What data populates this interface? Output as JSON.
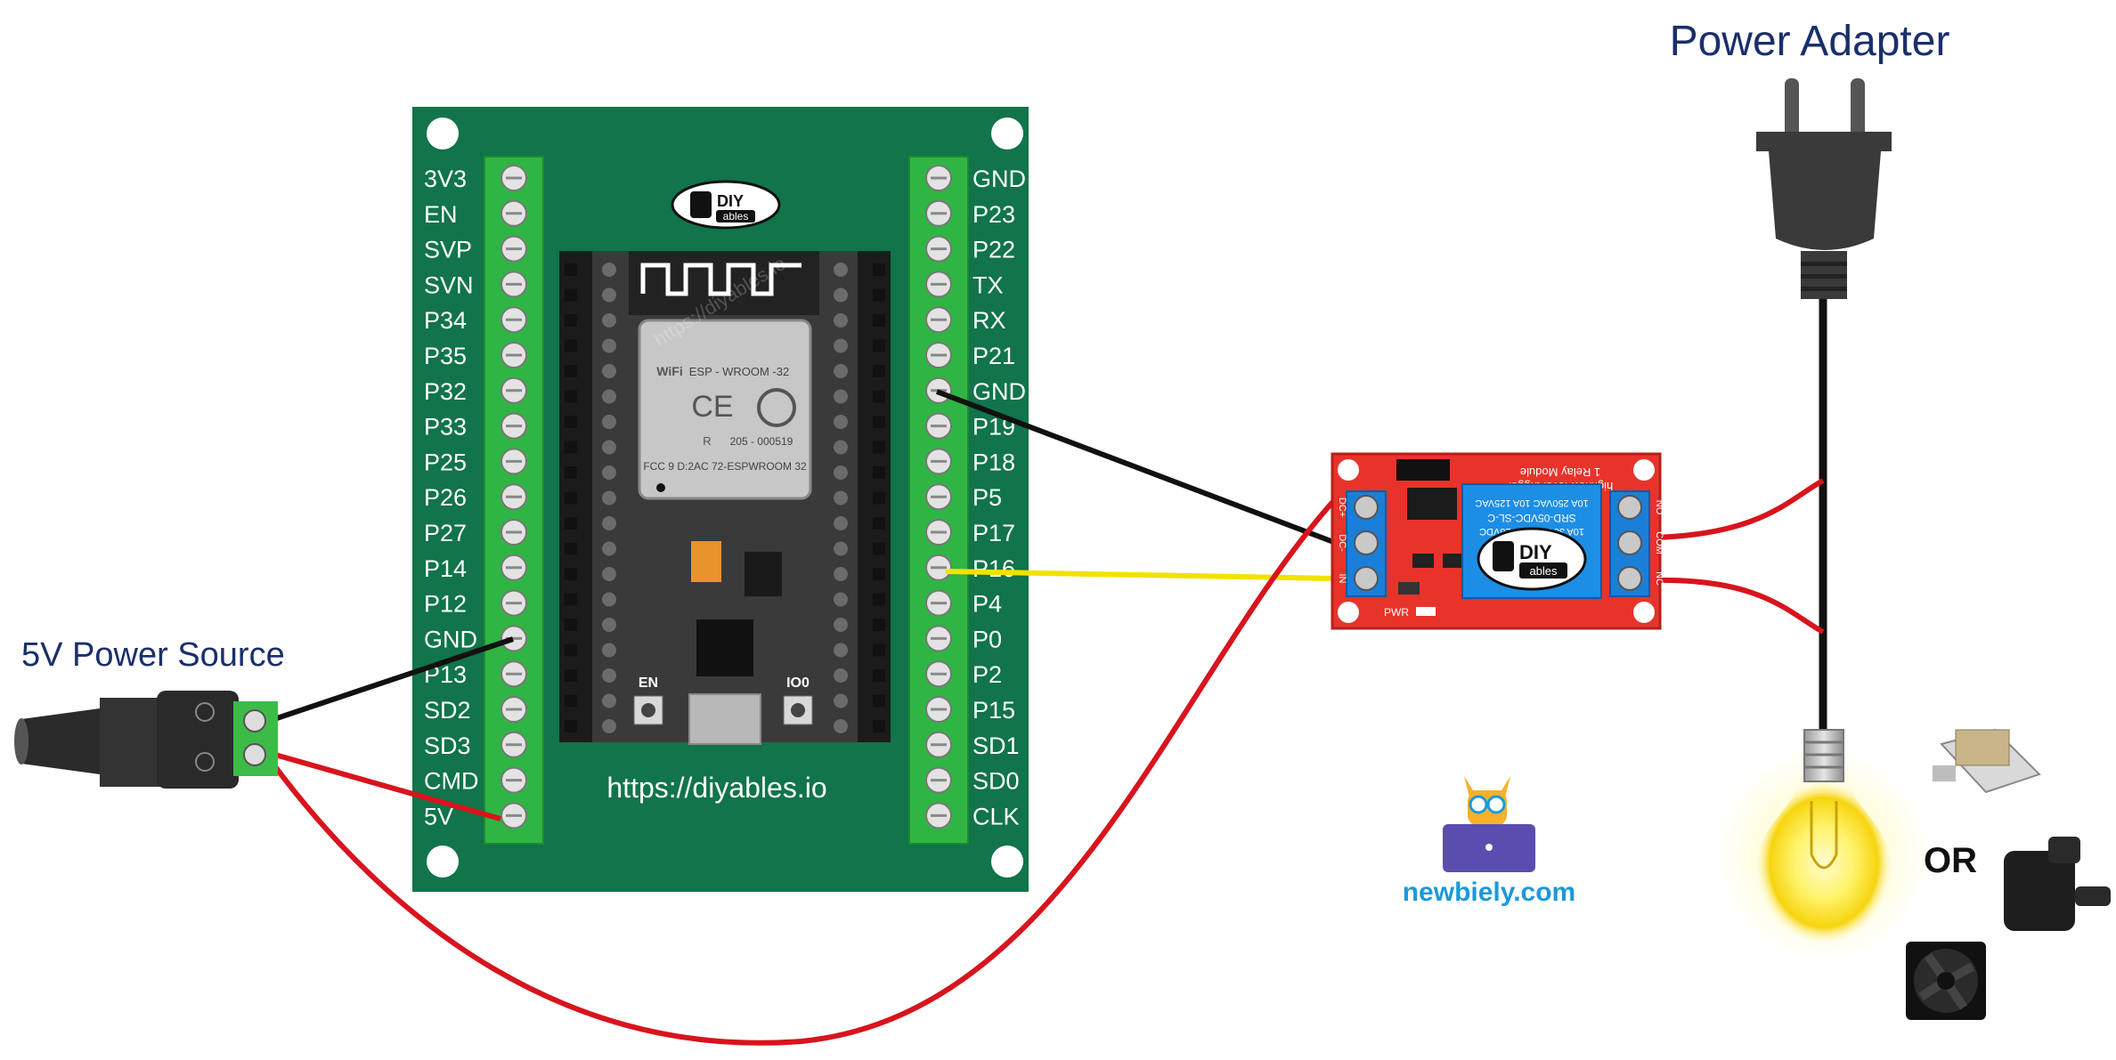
{
  "titles": {
    "power_adapter": "Power Adapter",
    "power_source": "5V Power Source"
  },
  "board": {
    "logo_line1": "DIY",
    "logo_line2": "ables",
    "url": "https://diyables.io",
    "watermark": "https://diyables.io",
    "module_name": "ESP - WROOM -32",
    "module_code": "205 - 000519",
    "module_fcc": "FCC 9 D:2AC 72-ESPWROOM 32",
    "ce_mark": "CE",
    "r_mark": "R",
    "wifi_mark": "WiFi",
    "button_en": "EN",
    "button_io0": "IO0",
    "left_pins": [
      "3V3",
      "EN",
      "SVP",
      "SVN",
      "P34",
      "P35",
      "P32",
      "P33",
      "P25",
      "P26",
      "P27",
      "P14",
      "P12",
      "GND",
      "P13",
      "SD2",
      "SD3",
      "CMD",
      "5V"
    ],
    "right_pins": [
      "GND",
      "P23",
      "P22",
      "TX",
      "RX",
      "P21",
      "GND",
      "P19",
      "P18",
      "P5",
      "P17",
      "P16",
      "P4",
      "P0",
      "P2",
      "P15",
      "SD1",
      "SD0",
      "CLK"
    ]
  },
  "relay": {
    "title": "1 Relay Module",
    "subtitle": "high/low level trigger",
    "relay_spec_1": "SRD-05VDC-SL-C",
    "relay_spec_2": "10A 250VAC 10A 125VAC",
    "relay_spec_3": "10A 30VDC 10A 28VDC",
    "logo_line1": "DIY",
    "logo_line2": "ables",
    "pwr": "PWR",
    "input_pins": [
      "DC+",
      "DC-",
      "IN"
    ],
    "output_pins": [
      "NO",
      "COM",
      "NC"
    ]
  },
  "brand": {
    "newbiely": "newbiely.com",
    "or_text": "OR"
  },
  "colors": {
    "board_green": "#11744a",
    "terminal_green": "#2fb543",
    "relay_red": "#e8332b",
    "wire_red": "#d8141d",
    "wire_black": "#111111",
    "wire_yellow": "#f2e200",
    "title_navy": "#1a2f6b",
    "newbiely_blue": "#1a9ad8"
  }
}
